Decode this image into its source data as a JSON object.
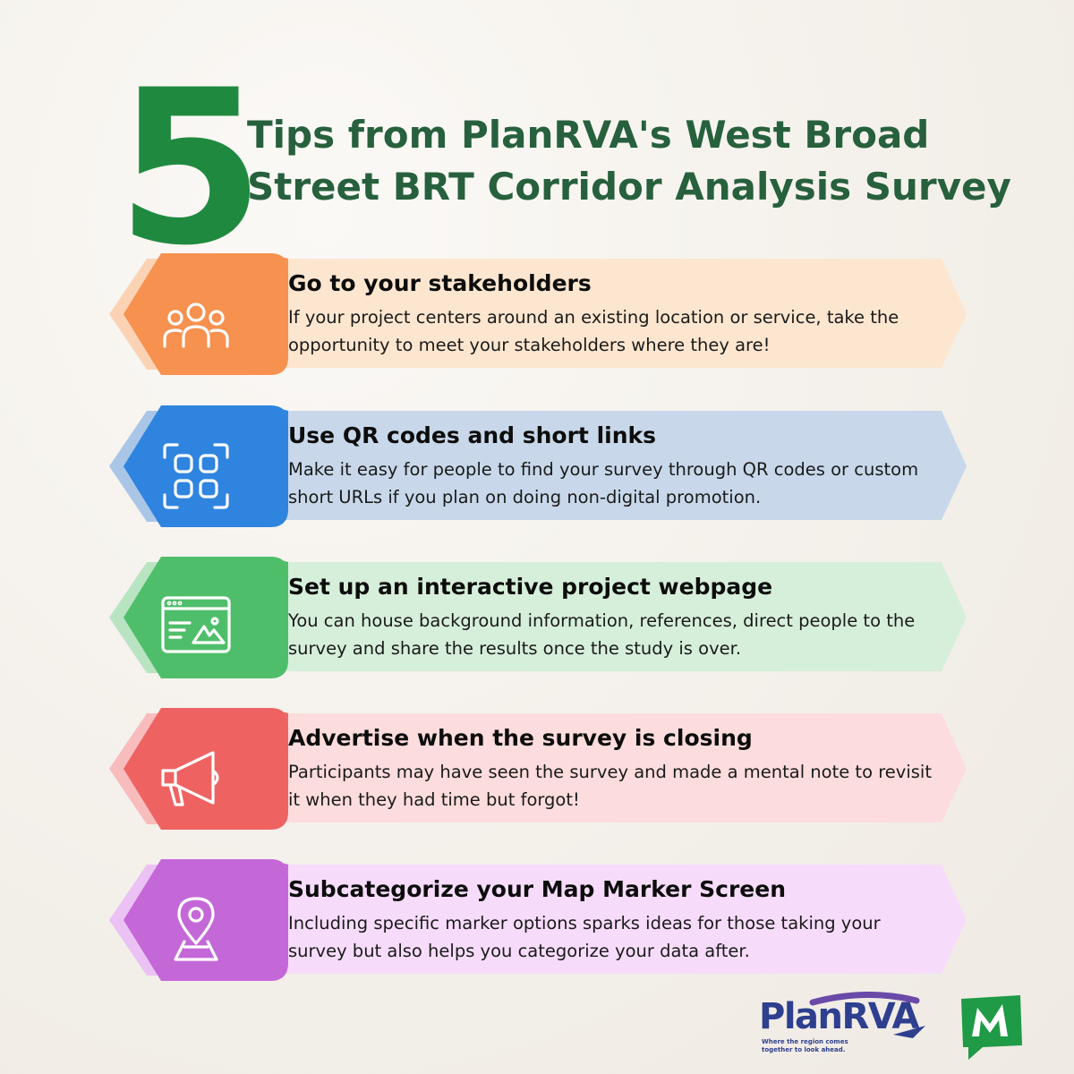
{
  "header": {
    "number": "5",
    "title": "Tips from PlanRVA's West Broad Street BRT Corridor Analysis Survey"
  },
  "tips": [
    {
      "heading": "Go to your stakeholders",
      "description": "If your project centers around an existing location or service, take the opportunity to meet your stakeholders where they are!",
      "icon": "people-icon",
      "accent": "#f6914f",
      "accent_tab": "#fbd3b4",
      "band": "#fde6cf"
    },
    {
      "heading": "Use QR codes and short links",
      "description": "Make it easy for people to find your survey through QR codes or custom short URLs if you plan on doing non-digital promotion.",
      "icon": "qr-code-icon",
      "accent": "#2f84df",
      "accent_tab": "#a9c6e6",
      "band": "#c8d8ea"
    },
    {
      "heading": "Set up an interactive project webpage",
      "description": "You can house background information, references, direct people to the survey and share the results once the study is over.",
      "icon": "webpage-icon",
      "accent": "#4fbe6a",
      "accent_tab": "#b9e4c2",
      "band": "#d6efda"
    },
    {
      "heading": "Advertise when the survey is closing",
      "description": "Participants may have seen the survey and made a mental note to revisit it when they had time but forgot!",
      "icon": "megaphone-icon",
      "accent": "#ee6362",
      "accent_tab": "#f8bcbc",
      "band": "#fcdcdc"
    },
    {
      "heading": "Subcategorize your Map Marker Screen",
      "description": "Including specific marker options sparks ideas for those taking your survey but also helps you categorize your data after.",
      "icon": "map-pin-icon",
      "accent": "#c468d8",
      "accent_tab": "#ebc2f3",
      "band": "#f6dcfa"
    }
  ],
  "logos": {
    "planrva": {
      "name": "PlanRVA",
      "tagline": "Where the region comes together to look ahead."
    },
    "partner": {
      "name": "m-speech-bubble-logo",
      "color": "#1f9a46"
    }
  }
}
